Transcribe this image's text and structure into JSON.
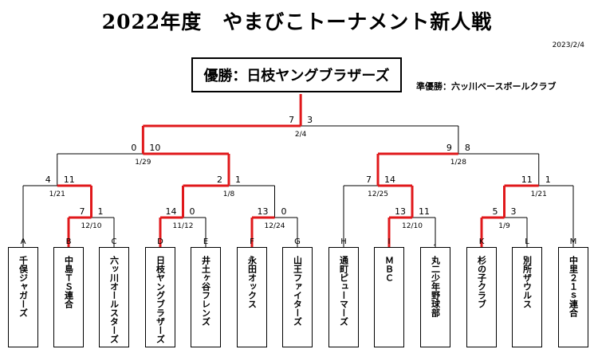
{
  "title": "2022年度　やまびこトーナメント新人戦",
  "date": "2023/2/4",
  "winner": "優勝：日枝ヤングブラザーズ",
  "runner_up": "準優勝：六ッ川ベースボールクラブ",
  "colors": {
    "winner_path": "#e0181b",
    "line": "#000000"
  },
  "teams": [
    {
      "letter": "A",
      "name": "千俣ジャガーズ"
    },
    {
      "letter": "B",
      "name": "中島ＴＳ連合"
    },
    {
      "letter": "C",
      "name": "六ッ川オールスターズ"
    },
    {
      "letter": "D",
      "name": "日枝ヤングブラザーズ"
    },
    {
      "letter": "E",
      "name": "井土ヶ谷フレンズ"
    },
    {
      "letter": "F",
      "name": "永田オックス"
    },
    {
      "letter": "G",
      "name": "山王ファイターズ"
    },
    {
      "letter": "H",
      "name": "通町ピューマーズ"
    },
    {
      "letter": "I",
      "name": "ＭＢＣ"
    },
    {
      "letter": "J",
      "name": "丸二少年野球部"
    },
    {
      "letter": "K",
      "name": "杉の子クラブ"
    },
    {
      "letter": "L",
      "name": "別所ザウルス"
    },
    {
      "letter": "M",
      "name": "中里２１ｓ連合"
    }
  ],
  "matches": {
    "bc": {
      "left_score": "7",
      "right_score": "1",
      "date": "12/10"
    },
    "a_bc": {
      "left_score": "4",
      "right_score": "11",
      "date": "1/21"
    },
    "de": {
      "left_score": "14",
      "right_score": "0",
      "date": "11/12"
    },
    "fg": {
      "left_score": "13",
      "right_score": "0",
      "date": "12/24"
    },
    "defg": {
      "left_score": "2",
      "right_score": "1",
      "date": "1/8"
    },
    "left_semi": {
      "left_score": "0",
      "right_score": "10",
      "date": "1/29"
    },
    "ij": {
      "left_score": "13",
      "right_score": "11",
      "date": "12/10"
    },
    "h_ij": {
      "left_score": "7",
      "right_score": "14",
      "date": "12/25"
    },
    "kl": {
      "left_score": "5",
      "right_score": "3",
      "date": "1/9"
    },
    "kl_m": {
      "left_score": "11",
      "right_score": "1",
      "date": "1/21"
    },
    "right_semi": {
      "left_score": "9",
      "right_score": "8",
      "date": "1/28"
    },
    "final": {
      "left_score": "7",
      "right_score": "3",
      "date": "2/4"
    }
  }
}
